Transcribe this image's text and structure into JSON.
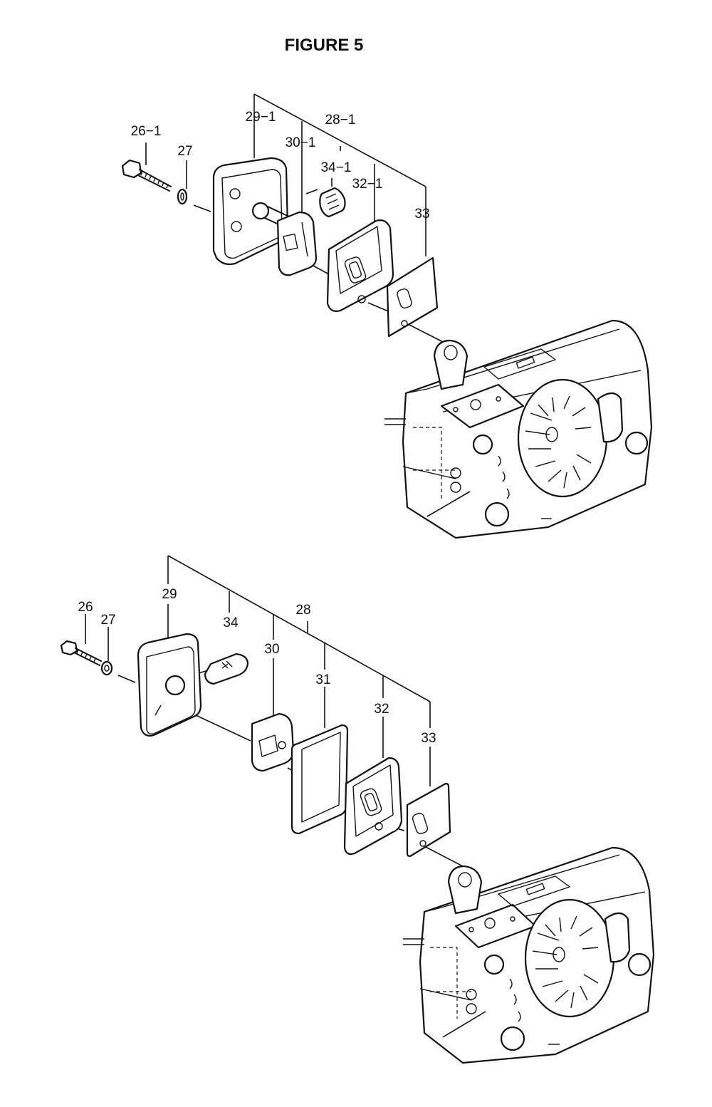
{
  "figure_title": "FIGURE 5",
  "upper_assembly": {
    "labels": {
      "p26_1": "26−1",
      "p27": "27",
      "p29_1": "29−1",
      "p30_1": "30−1",
      "p28_1": "28−1",
      "p34_1": "34−1",
      "p32_1": "32−1",
      "p33": "33"
    }
  },
  "lower_assembly": {
    "labels": {
      "p26": "26",
      "p27": "27",
      "p29": "29",
      "p34": "34",
      "p30": "30",
      "p28": "28",
      "p31": "31",
      "p32": "32",
      "p33": "33"
    }
  }
}
